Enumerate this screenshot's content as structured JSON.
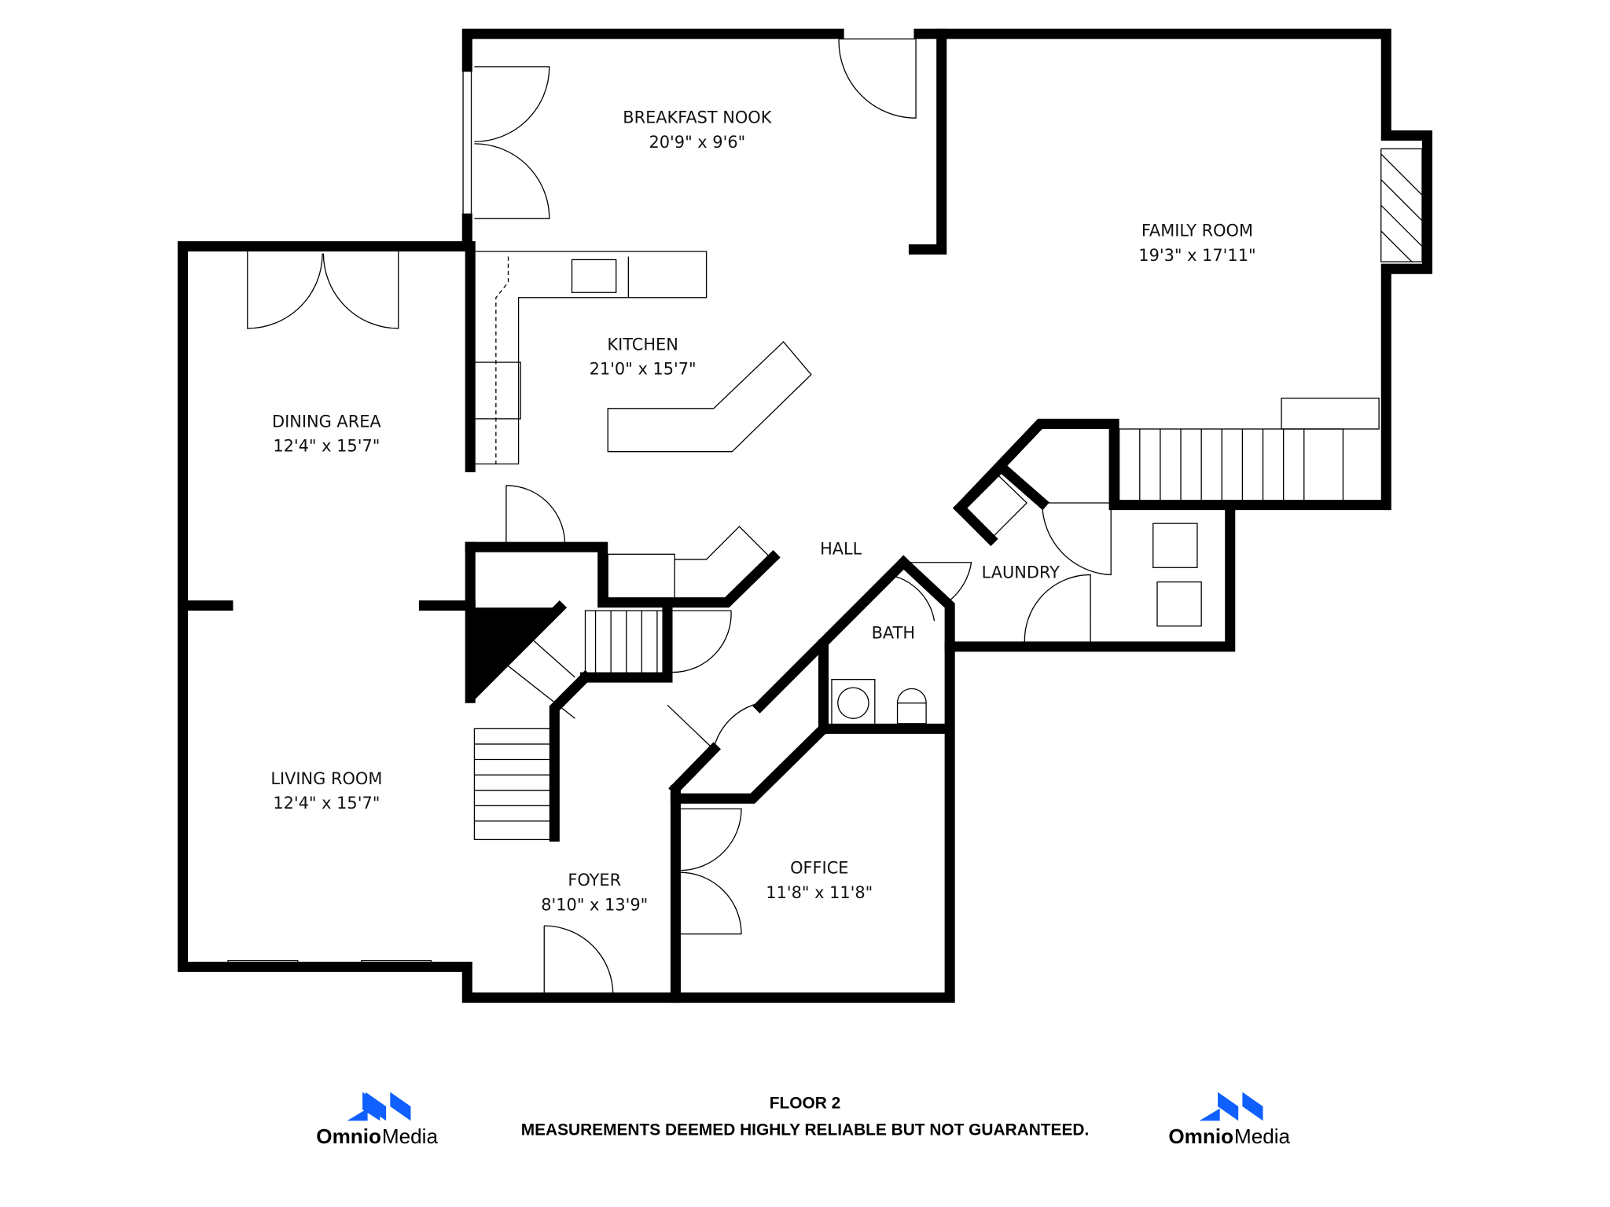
{
  "rooms": {
    "breakfast_nook": {
      "name": "BREAKFAST NOOK",
      "dims": "20'9\" x 9'6\""
    },
    "family_room": {
      "name": "FAMILY ROOM",
      "dims": "19'3\" x 17'11\""
    },
    "kitchen": {
      "name": "KITCHEN",
      "dims": "21'0\" x 15'7\""
    },
    "dining_area": {
      "name": "DINING AREA",
      "dims": "12'4\" x 15'7\""
    },
    "living_room": {
      "name": "LIVING ROOM",
      "dims": "12'4\" x 15'7\""
    },
    "hall": {
      "name": "HALL"
    },
    "laundry": {
      "name": "LAUNDRY"
    },
    "bath": {
      "name": "BATH"
    },
    "foyer": {
      "name": "FOYER",
      "dims": "8'10\" x 13'9\""
    },
    "office": {
      "name": "OFFICE",
      "dims": "11'8\" x 11'8\""
    }
  },
  "footer": {
    "floor": "FLOOR 2",
    "disclaimer": "MEASUREMENTS DEEMED HIGHLY RELIABLE BUT NOT GUARANTEED."
  },
  "logo": {
    "bold": "Omnio",
    "regular": "Media",
    "color": "#1060ff"
  }
}
